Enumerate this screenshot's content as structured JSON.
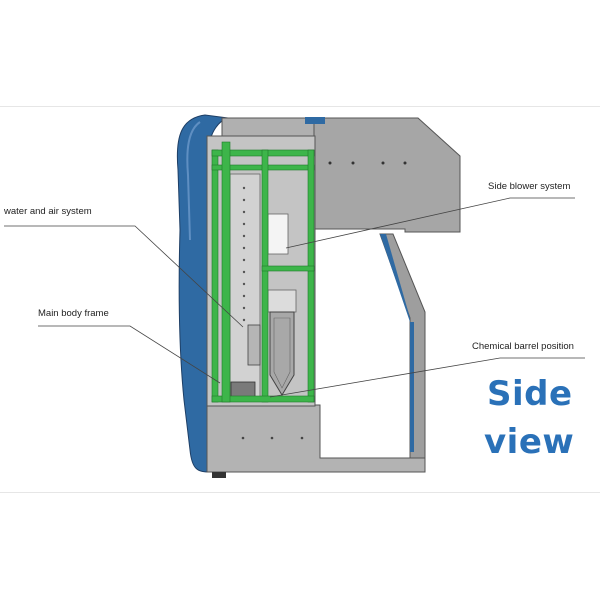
{
  "labels": {
    "water_air": "water and air system",
    "main_body": "Main body frame",
    "side_blower": "Side blower system",
    "chemical_barrel": "Chemical  barrel position"
  },
  "title": {
    "line1": "Side",
    "line2": "view"
  },
  "colors": {
    "frame_green": "#3db54a",
    "body_blue": "#2f6aa3",
    "panel_gray": "#a9a9a9",
    "title_blue": "#2a71b8"
  }
}
